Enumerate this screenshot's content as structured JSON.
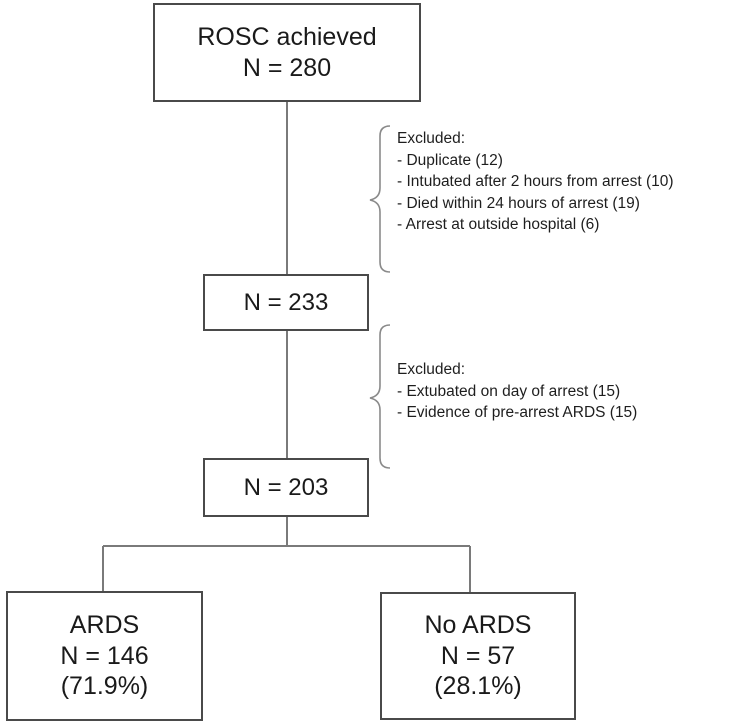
{
  "boxes": {
    "rosc": {
      "title": "ROSC achieved",
      "count": "N = 280"
    },
    "after_first_exclusion": {
      "count": "N = 233"
    },
    "after_second_exclusion": {
      "count": "N = 203"
    },
    "ards": {
      "title": "ARDS",
      "count": "N = 146",
      "percent": "(71.9%)"
    },
    "no_ards": {
      "title": "No ARDS",
      "count": "N = 57",
      "percent": "(28.1%)"
    }
  },
  "exclusions": [
    {
      "heading": "Excluded:",
      "items": [
        "- Duplicate (12)",
        "- Intubated after 2 hours from arrest (10)",
        "- Died within 24 hours of arrest (19)",
        "- Arrest at outside hospital (6)"
      ]
    },
    {
      "heading": "Excluded:",
      "items": [
        "- Extubated on day of arrest (15)",
        "- Evidence of pre-arrest ARDS (15)"
      ]
    }
  ]
}
